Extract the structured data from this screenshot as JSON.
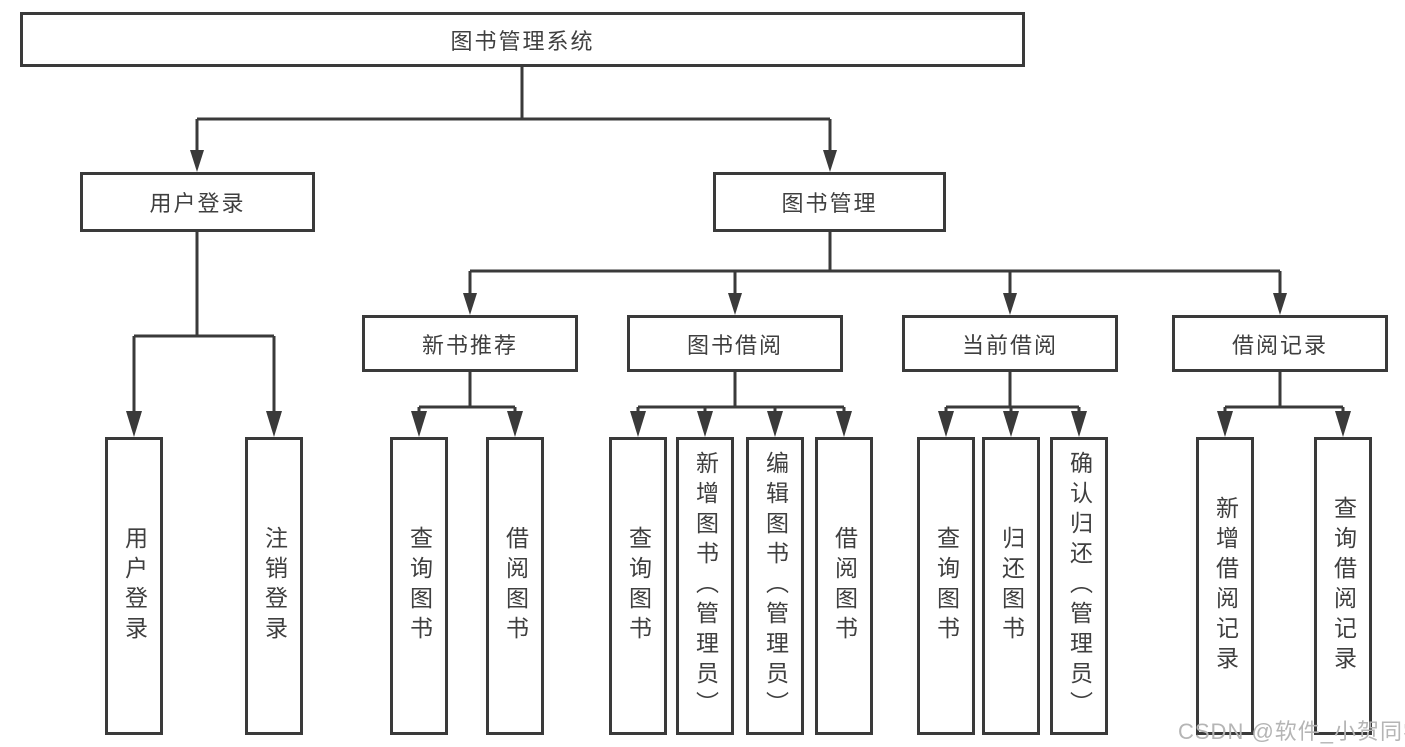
{
  "colors": {
    "background": "#ffffff",
    "box_border": "#3a3a3a",
    "connector_line": "#3a3a3a",
    "text": "#3f3f3f",
    "watermark": "#b5b5b5"
  },
  "watermark": {
    "text": "CSDN @软件_小贺同学"
  },
  "diagram": {
    "root": {
      "label": "图书管理系统"
    },
    "level2": [
      {
        "label": "用户登录",
        "children": [
          {
            "label": "用户登录"
          },
          {
            "label": "注销登录"
          }
        ]
      },
      {
        "label": "图书管理",
        "children": [
          {
            "label": "新书推荐",
            "children": [
              {
                "label": "查询图书"
              },
              {
                "label": "借阅图书"
              }
            ]
          },
          {
            "label": "图书借阅",
            "children": [
              {
                "label": "查询图书"
              },
              {
                "label": "新增图书（管理员）"
              },
              {
                "label": "编辑图书（管理员）"
              },
              {
                "label": "借阅图书"
              }
            ]
          },
          {
            "label": "当前借阅",
            "children": [
              {
                "label": "查询图书"
              },
              {
                "label": "归还图书"
              },
              {
                "label": "确认归还（管理员）"
              }
            ]
          },
          {
            "label": "借阅记录",
            "children": [
              {
                "label": "新增借阅记录"
              },
              {
                "label": "查询借阅记录"
              }
            ]
          }
        ]
      }
    ]
  }
}
